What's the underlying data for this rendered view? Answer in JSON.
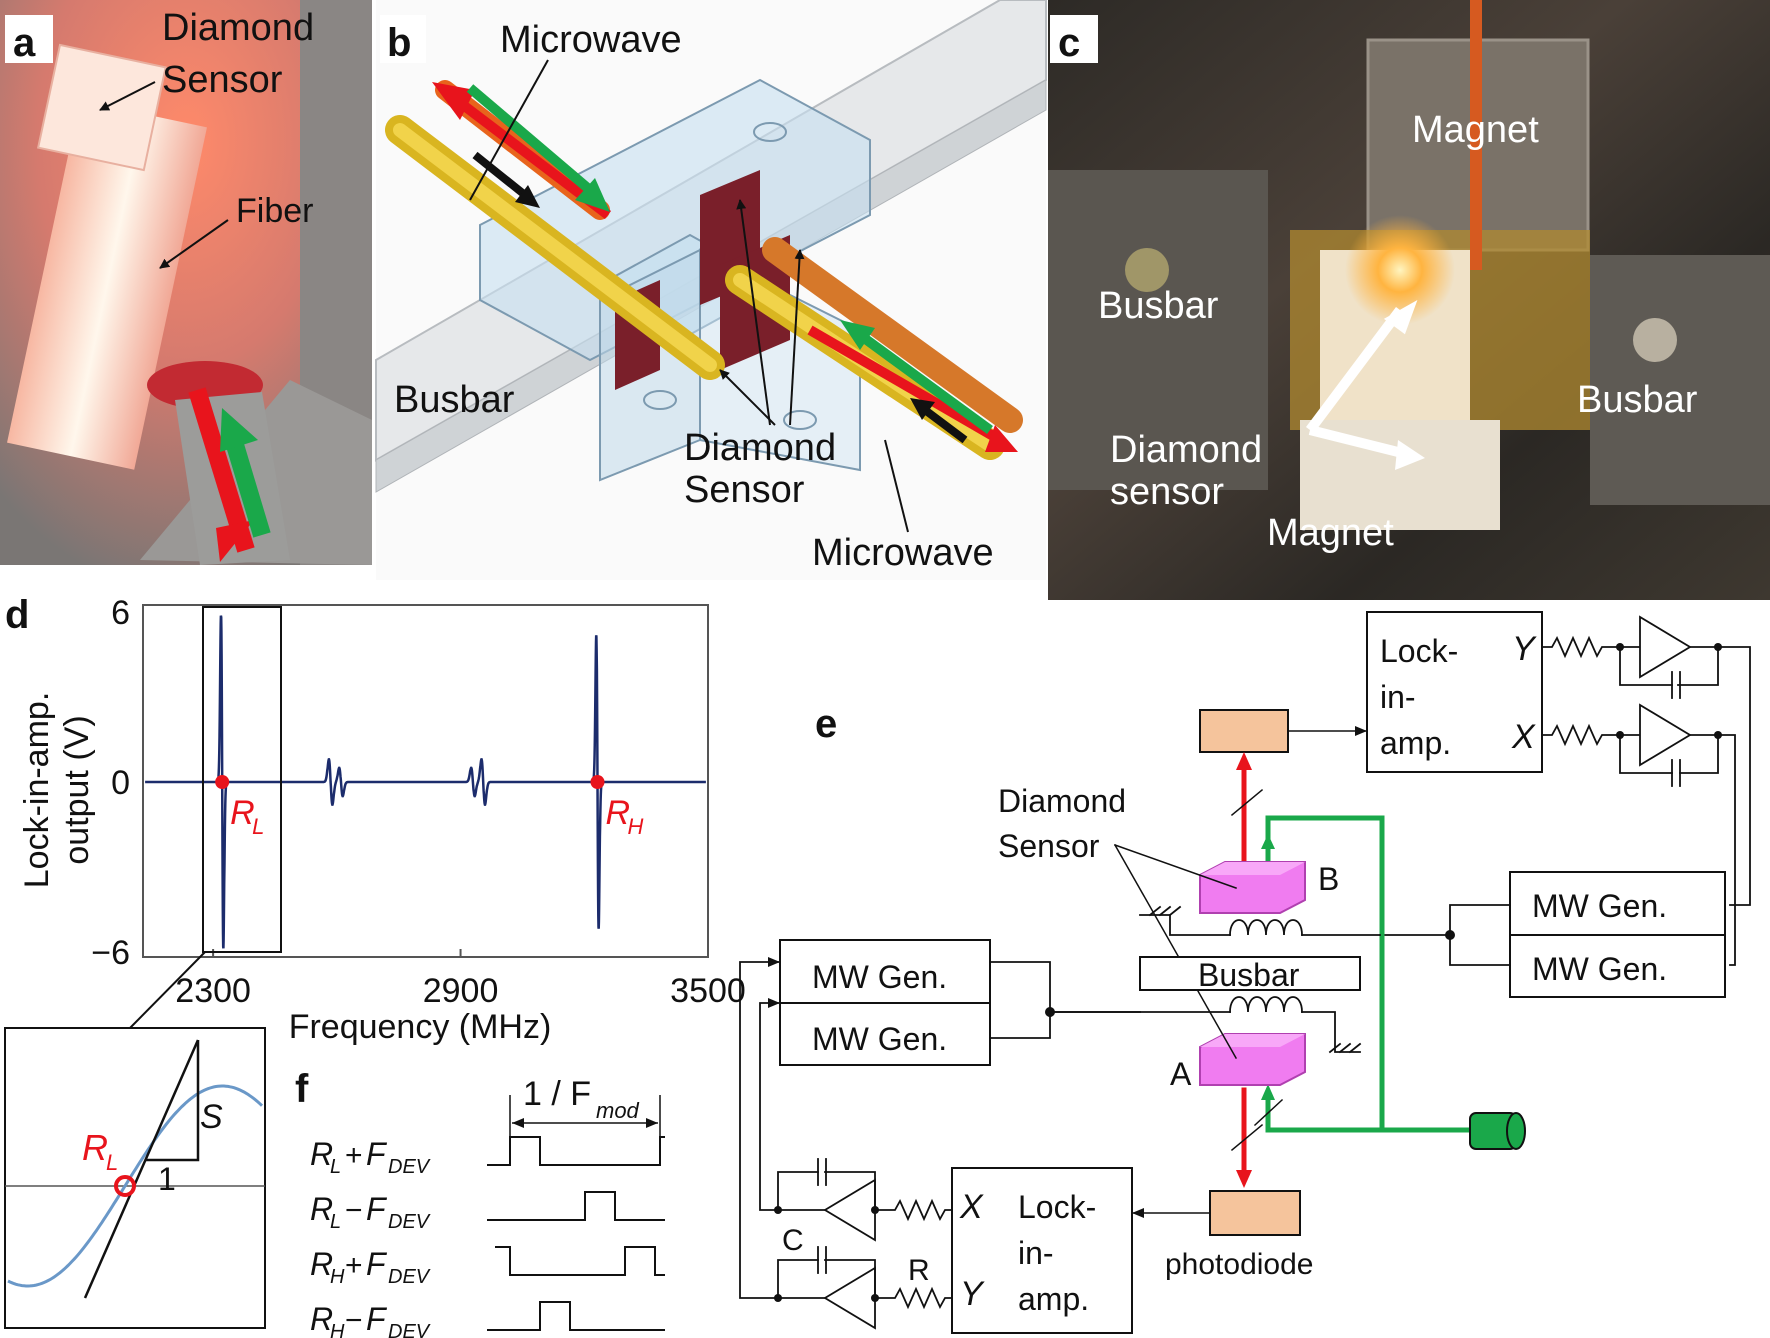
{
  "panel_letters": {
    "a": "a",
    "b": "b",
    "c": "c",
    "d": "d",
    "e": "e",
    "f": "f"
  },
  "panel_a": {
    "diamond_sensor_line1": "Diamond",
    "diamond_sensor_line2": "Sensor",
    "fiber": "Fiber"
  },
  "panel_b": {
    "microwave_top": "Microwave",
    "busbar": "Busbar",
    "diamond_sensor_line1": "Diamond",
    "diamond_sensor_line2": "Sensor",
    "microwave_bottom": "Microwave"
  },
  "panel_c": {
    "magnet_top": "Magnet",
    "busbar_left": "Busbar",
    "busbar_right": "Busbar",
    "diamond_sensor_line1": "Diamond",
    "diamond_sensor_line2": "sensor",
    "magnet_bottom": "Magnet"
  },
  "chart_data": {
    "type": "line",
    "ylabel_line1": "Lock-in-amp.",
    "ylabel_line2": "output (V)",
    "xlabel": "Frequency (MHz)",
    "xlim": [
      2130,
      3500
    ],
    "ylim": [
      -6,
      6
    ],
    "x_ticks": [
      "2300",
      "2900",
      "3500"
    ],
    "y_ticks": [
      "6",
      "0",
      "−6"
    ],
    "markers": [
      {
        "label": "R",
        "sub": "L",
        "x": 2322,
        "y": 0
      },
      {
        "label": "R",
        "sub": "H",
        "x": 3232,
        "y": 0
      }
    ],
    "resonances": [
      {
        "x": 2322,
        "amp": 5.9,
        "width": 4
      },
      {
        "x": 3232,
        "amp": 5.2,
        "width": 4
      },
      {
        "x": 2585,
        "amp": 0.8,
        "width": 6
      },
      {
        "x": 2610,
        "amp": 0.5,
        "width": 6
      },
      {
        "x": 2930,
        "amp": 0.5,
        "width": 6
      },
      {
        "x": 2955,
        "amp": 0.8,
        "width": 6
      }
    ],
    "inset": {
      "marker_label": "R",
      "marker_sub": "L",
      "slope_label": "S",
      "unit_label": "1"
    }
  },
  "panel_e": {
    "lockin_top_line1": "Lock-",
    "lockin_top_line2": "in-",
    "lockin_top_line3": "amp.",
    "lockin_bottom_line1": "Lock-",
    "lockin_bottom_line2": "in-",
    "lockin_bottom_line3": "amp.",
    "x_label": "X",
    "y_label": "Y",
    "diamond_sensor_line1": "Diamond",
    "diamond_sensor_line2": "Sensor",
    "sensor_b": "B",
    "sensor_a": "A",
    "busbar": "Busbar",
    "mw_gen": "MW Gen.",
    "photodiode": "photodiode",
    "c_label": "C",
    "r_label": "R"
  },
  "panel_f": {
    "period_prefix": "1 / F",
    "period_sub": "mod",
    "rows": [
      {
        "base": "R",
        "base_sub": "L",
        "op": "+",
        "dev": "F",
        "dev_sub": "DEV"
      },
      {
        "base": "R",
        "base_sub": "L",
        "op": "−",
        "dev": "F",
        "dev_sub": "DEV"
      },
      {
        "base": "R",
        "base_sub": "H",
        "op": "+",
        "dev": "F",
        "dev_sub": "DEV"
      },
      {
        "base": "R",
        "base_sub": "H",
        "op": "−",
        "dev": "F",
        "dev_sub": "DEV"
      }
    ]
  },
  "colors": {
    "red": "#e8141c",
    "green": "#1aa84a",
    "magenta": "#f07cf0",
    "photodiode": "#f5c49c",
    "trace": "#1c2c6c",
    "inset_curve": "#6a98c8"
  }
}
